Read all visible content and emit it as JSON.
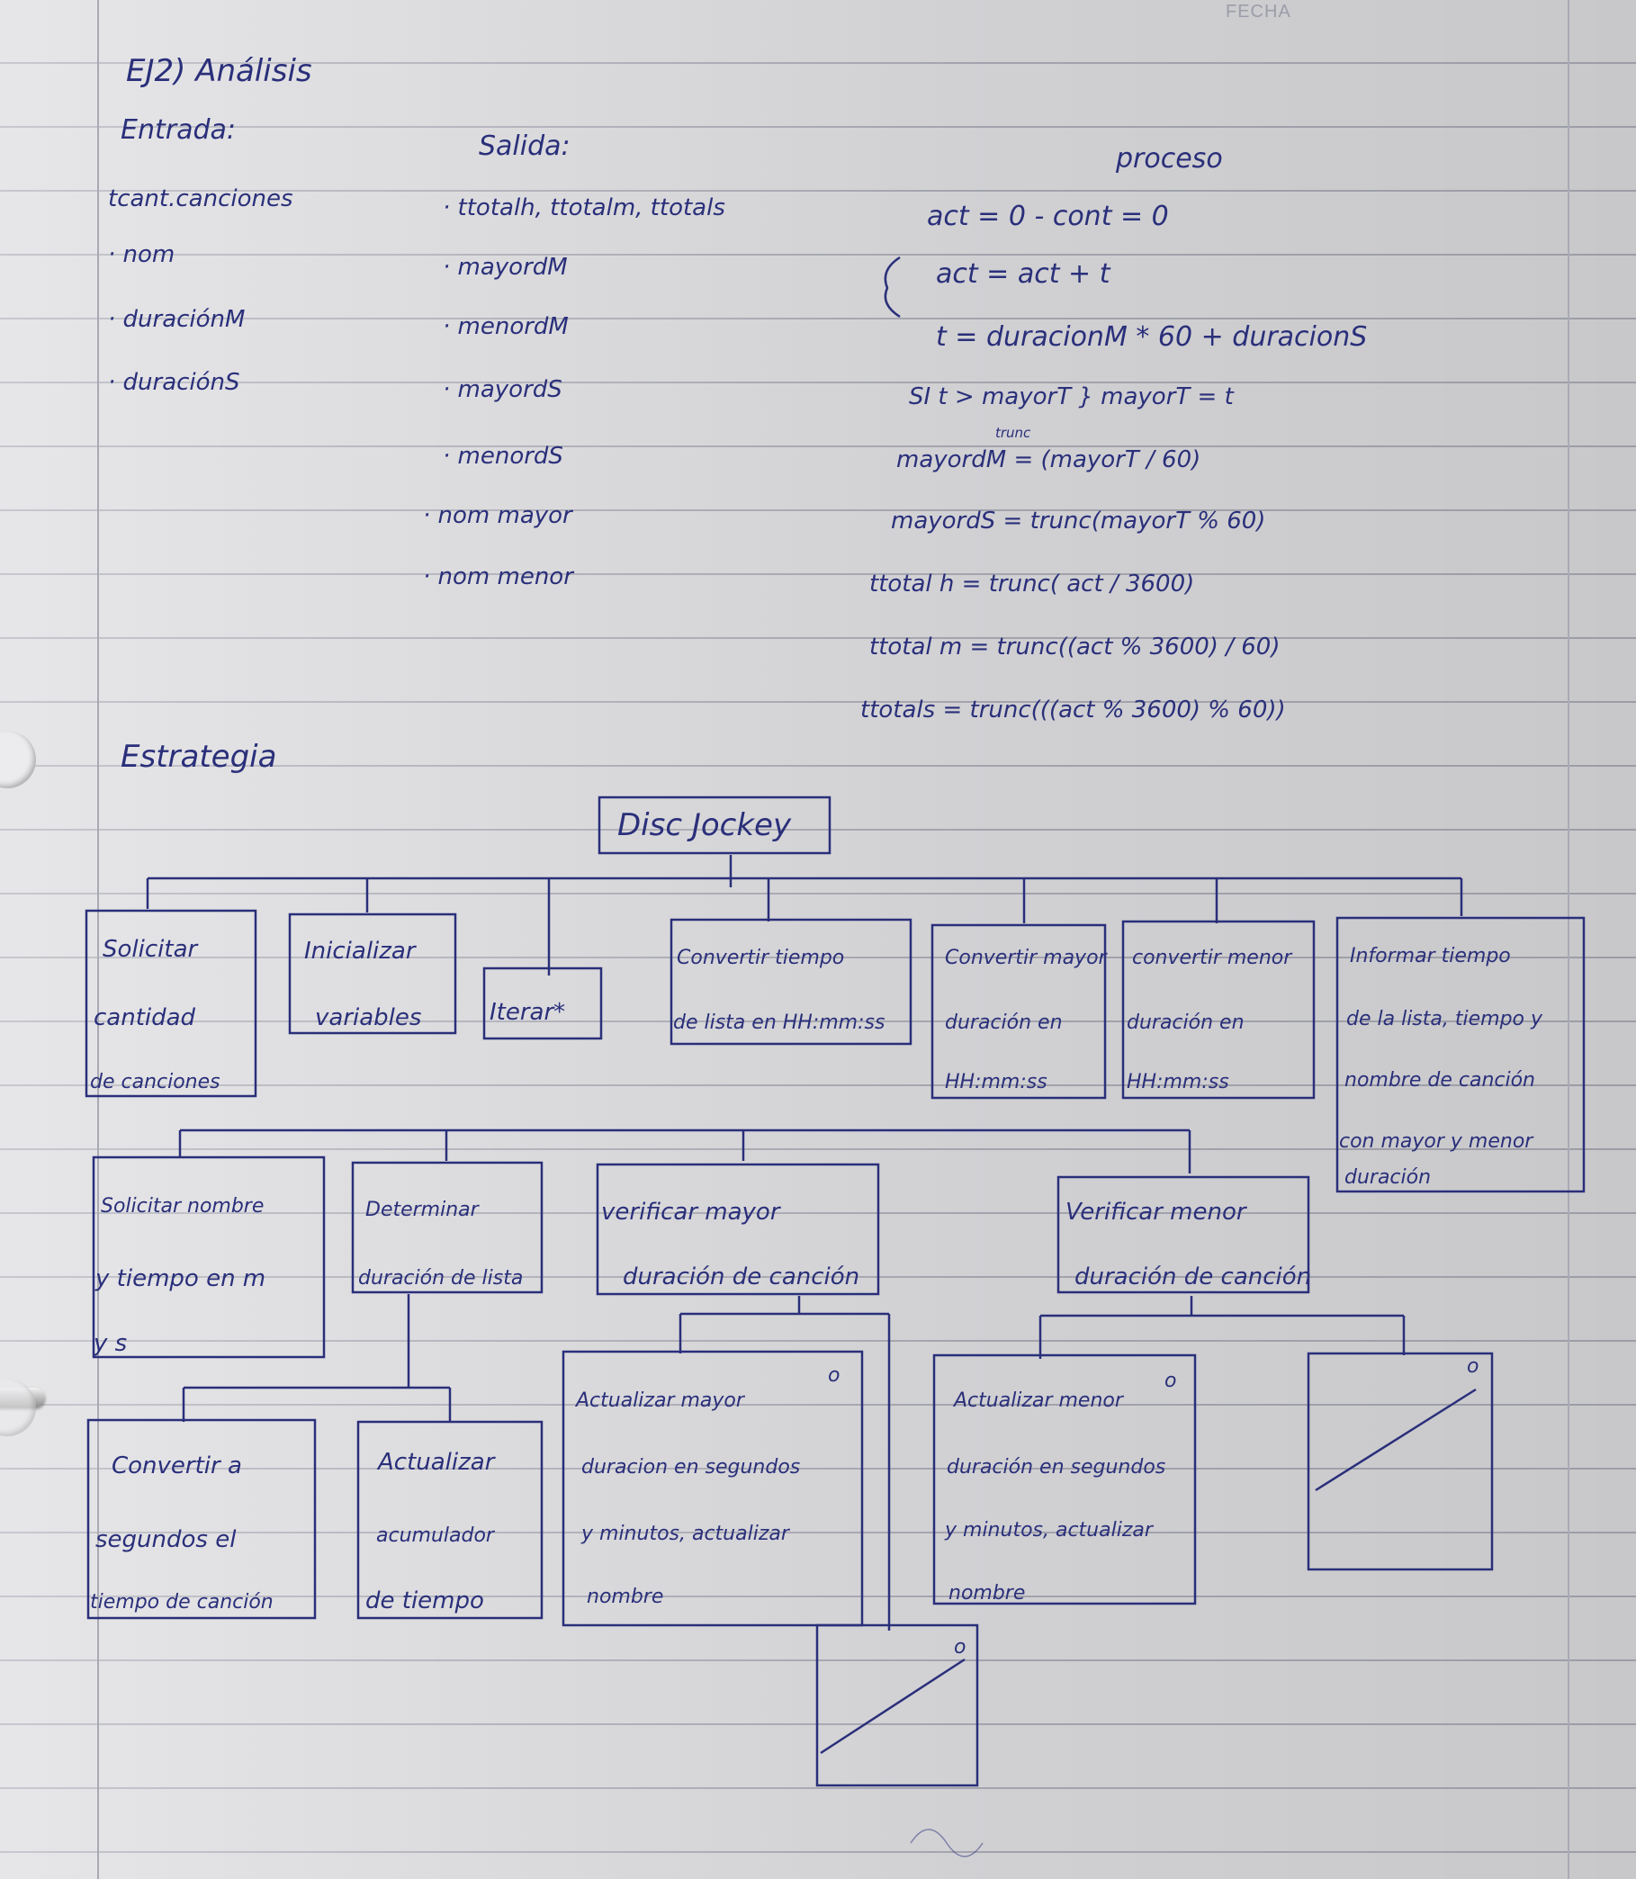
{
  "header": {
    "fecha": "FECHA"
  },
  "title": "EJ2) Análisis",
  "analisis": {
    "entrada_label": "Entrada:",
    "entrada": [
      "tcant.canciones",
      "· nom",
      "· duraciónM",
      "· duraciónS"
    ],
    "salida_label": "Salida:",
    "salida": [
      "· ttotalh, ttotalm, ttotals",
      "· mayordM",
      "· menordM",
      "· mayordS",
      "· menordS",
      "· nom mayor",
      "· nom menor"
    ],
    "proceso_label": "proceso",
    "proceso": [
      "act = 0  -  cont = 0",
      "act = act + t",
      "t = duracionM * 60 + duracionS",
      "SI t > mayorT } mayorT = t",
      "trunc",
      "mayordM = (mayorT / 60)",
      "mayordS = trunc(mayorT % 60)",
      "ttotal h = trunc( act / 3600)",
      "ttotal m = trunc((act % 3600) / 60)",
      "ttotals = trunc(((act % 3600) % 60))"
    ]
  },
  "estrategia_label": "Estrategia",
  "diagram": {
    "root": "Disc Jockey",
    "level1": [
      [
        "Solicitar",
        "cantidad",
        "de canciones"
      ],
      [
        "Inicializar",
        "variables"
      ],
      [
        "Iterar*"
      ],
      [
        "Convertir tiempo",
        "de lista en HH:mm:ss"
      ],
      [
        "Convertir mayor",
        "duración en",
        "HH:mm:ss"
      ],
      [
        "convertir menor",
        "duración en",
        "HH:mm:ss"
      ],
      [
        "Informar tiempo",
        "de la lista, tiempo y",
        "nombre de canción",
        "con mayor y menor",
        "duración"
      ]
    ],
    "level2": [
      [
        "Solicitar nombre",
        "y tiempo en m",
        "y s"
      ],
      [
        "Determinar",
        "duración de lista"
      ],
      [
        "verificar mayor",
        "duración de canción"
      ],
      [
        "Verificar menor",
        "duración de canción"
      ]
    ],
    "level3": [
      [
        "Convertir a",
        "segundos el",
        "tiempo de canción"
      ],
      [
        "Actualizar",
        "acumulador",
        "de tiempo"
      ],
      [
        "Actualizar mayor",
        "duracion en segundos",
        "y minutos, actualizar",
        "nombre"
      ],
      [
        "Actualizar menor",
        "duración en segundos",
        "y minutos, actualizar",
        "nombre"
      ]
    ],
    "selection_mark": "o"
  }
}
